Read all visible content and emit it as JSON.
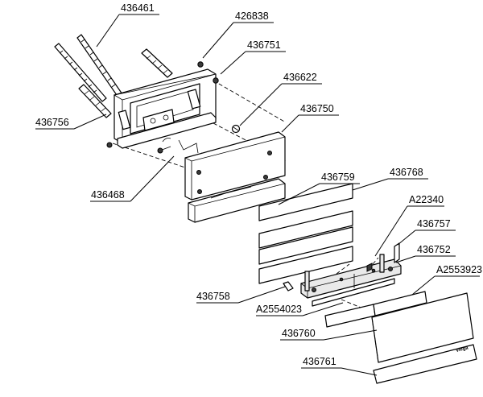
{
  "diagram": {
    "labels": {
      "p436461": "436461",
      "p426838": "426838",
      "p436751": "436751",
      "p436622": "436622",
      "p436750": "436750",
      "p436756": "436756",
      "p436468": "436468",
      "p436759": "436759",
      "p436768": "436768",
      "pA22340": "A22340",
      "p436757": "436757",
      "p436752": "436752",
      "pA2553923": "A2553923",
      "p436758": "436758",
      "pA2554023": "A2554023",
      "p436760": "436760",
      "p436761": "436761"
    },
    "brand_mark": "viega",
    "colors": {
      "line": "#000000",
      "background": "#ffffff"
    }
  }
}
